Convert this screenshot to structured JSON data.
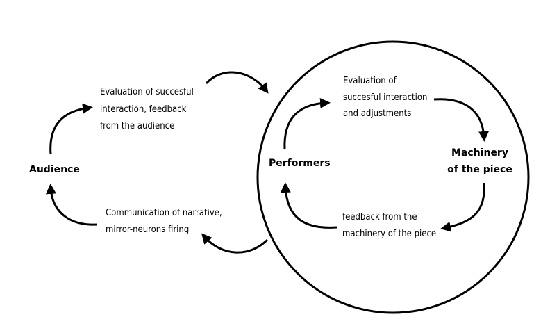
{
  "nodes": {
    "audience": "Audience",
    "performers": "Performers",
    "machinery": [
      "Machinery",
      "of the piece"
    ]
  },
  "labels": {
    "audience_feedback": [
      "Evaluation of succesful",
      "interaction, feedback",
      "from the audience"
    ],
    "narrative": [
      "Communication of narrative,",
      "mirror-neurons firing"
    ],
    "performer_evaluation": [
      "Evaluation of",
      "succesful interaction",
      "and adjustments"
    ],
    "machinery_feedback": [
      "feedback from the",
      "machinery of the piece"
    ]
  }
}
